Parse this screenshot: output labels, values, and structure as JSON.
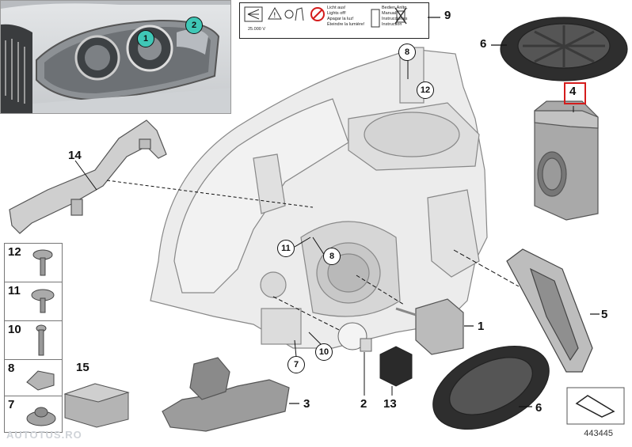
{
  "inset": {
    "callouts": [
      "1",
      "2"
    ]
  },
  "warning_label": {
    "number": "9",
    "voltage": "25.000 V",
    "lines_left": [
      "Licht aus!",
      "Lights off!",
      "Apagar la luz!",
      "Éteindre la lumière!"
    ],
    "lines_right": [
      "Bedien.Anltg.",
      "Manual",
      "Instrucciones",
      "Instruction"
    ]
  },
  "part_numbers": {
    "p1": "1",
    "p2": "2",
    "p3": "3",
    "p4": "4",
    "p5": "5",
    "p6_top": "6",
    "p6_bottom": "6",
    "p9": "9",
    "p13": "13",
    "p14": "14",
    "p15": "15"
  },
  "circled_refs": {
    "c8_top": "8",
    "c12": "12",
    "c11": "11",
    "c8_mid": "8",
    "c10": "10",
    "c7": "7"
  },
  "legend": [
    {
      "num": "12"
    },
    {
      "num": "11"
    },
    {
      "num": "10"
    },
    {
      "num": "8"
    },
    {
      "num": "7"
    }
  ],
  "highlight": {
    "part": "4",
    "color": "#d41c1c"
  },
  "diagram_id": "443445",
  "watermark": "AUTOTUS.RO"
}
